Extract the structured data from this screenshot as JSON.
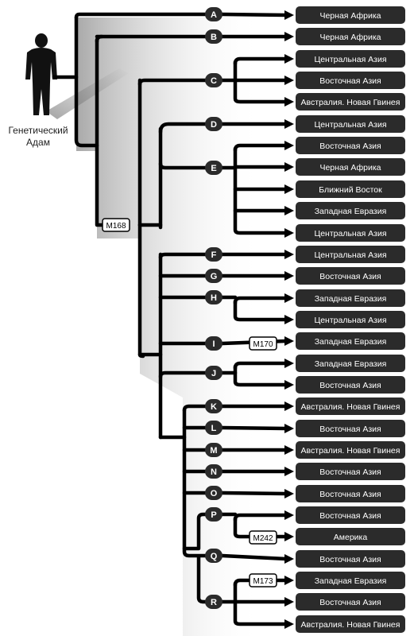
{
  "root": {
    "label_line1": "Генетический",
    "label_line2": "Адам"
  },
  "colors": {
    "line": "#000000",
    "box": "#2b2b2b",
    "box_text": "#ffffff",
    "marker_fill": "#ffffff",
    "shade": "#bdbdbd"
  },
  "leaves": [
    {
      "text": "Черная Африка"
    },
    {
      "text": "Черная Африка"
    },
    {
      "text": "Центральная Азия"
    },
    {
      "text": "Восточная Азия"
    },
    {
      "text": "Австралия. Новая Гвинея"
    },
    {
      "text": "Центральная Азия"
    },
    {
      "text": "Восточная Азия"
    },
    {
      "text": "Черная Африка"
    },
    {
      "text": "Ближний Восток"
    },
    {
      "text": "Западная Евразия"
    },
    {
      "text": "Центральная Азия"
    },
    {
      "text": "Центральная Азия"
    },
    {
      "text": "Восточная Азия"
    },
    {
      "text": "Западная Евразия"
    },
    {
      "text": "Центральная Азия"
    },
    {
      "text": "Западная Евразия"
    },
    {
      "text": "Западная Евразия"
    },
    {
      "text": "Восточная Азия"
    },
    {
      "text": "Австралия. Новая Гвинея"
    },
    {
      "text": "Восточная Азия"
    },
    {
      "text": "Австралия. Новая Гвинея"
    },
    {
      "text": "Восточная Азия"
    },
    {
      "text": "Восточная Азия"
    },
    {
      "text": "Восточная Азия"
    },
    {
      "text": "Америка"
    },
    {
      "text": "Восточная Азия"
    },
    {
      "text": "Западная Евразия"
    },
    {
      "text": "Восточная Азия"
    },
    {
      "text": "Австралия. Новая Гвинея"
    }
  ],
  "haplogroups": [
    {
      "label": "A"
    },
    {
      "label": "B"
    },
    {
      "label": "C"
    },
    {
      "label": "D"
    },
    {
      "label": "E"
    },
    {
      "label": "F"
    },
    {
      "label": "G"
    },
    {
      "label": "H"
    },
    {
      "label": "I"
    },
    {
      "label": "J"
    },
    {
      "label": "K"
    },
    {
      "label": "L"
    },
    {
      "label": "M"
    },
    {
      "label": "N"
    },
    {
      "label": "O"
    },
    {
      "label": "P"
    },
    {
      "label": "Q"
    },
    {
      "label": "R"
    }
  ],
  "markers": [
    {
      "label": "M168"
    },
    {
      "label": "M170"
    },
    {
      "label": "M242"
    },
    {
      "label": "M173"
    }
  ]
}
